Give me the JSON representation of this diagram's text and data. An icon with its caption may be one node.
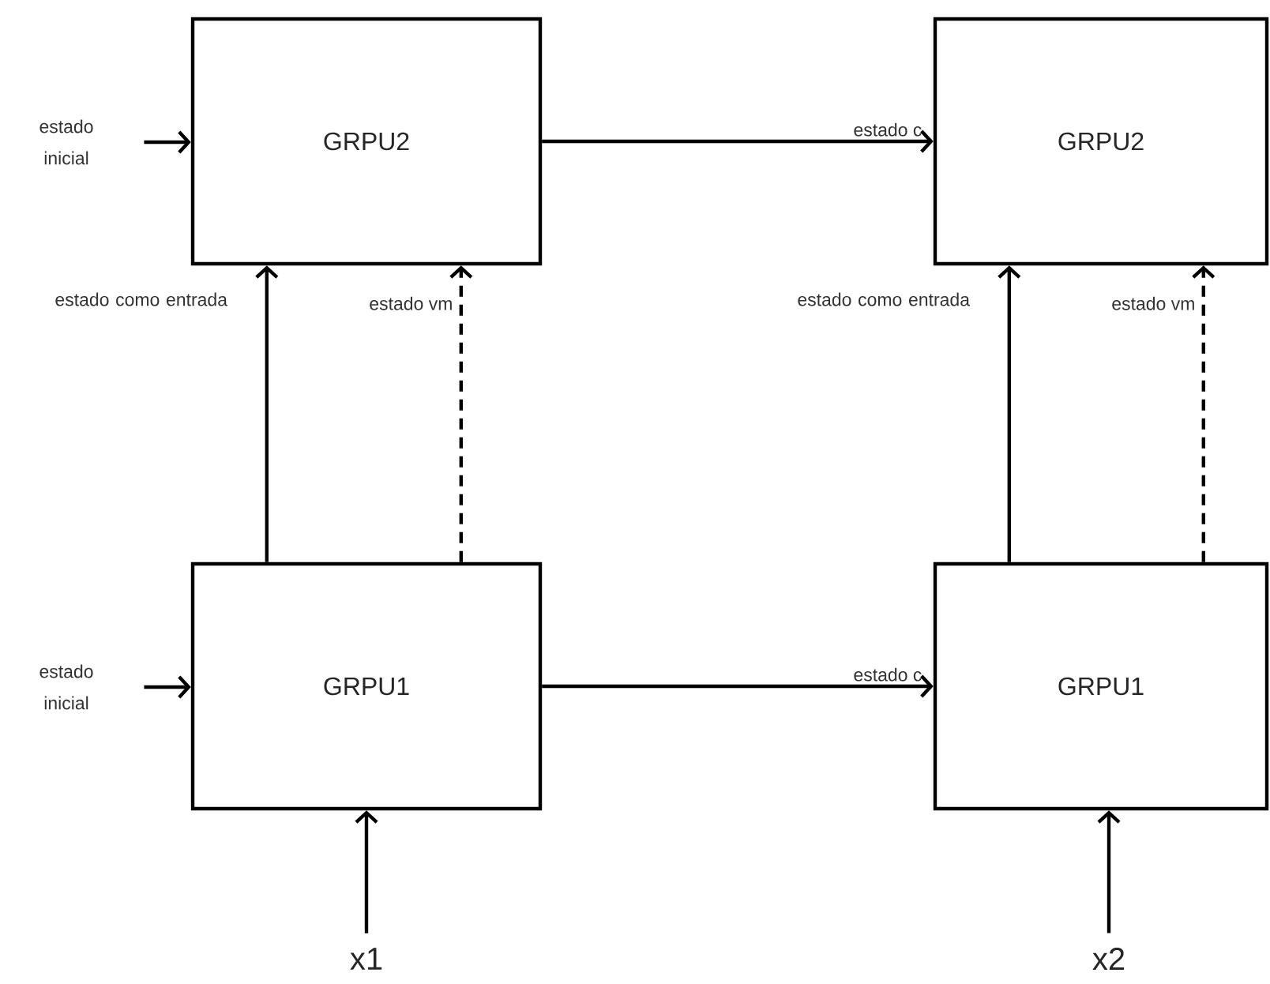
{
  "diagram": {
    "nodes": [
      {
        "text": [
          "GRPU2"
        ]
      },
      {
        "text": [
          "GRPU2"
        ]
      },
      {
        "text": [
          "GRPU1"
        ]
      },
      {
        "text": [
          "GRPU1"
        ]
      },
      {
        "text": [
          "estado inicial"
        ]
      },
      {
        "text": [
          "estado inicial"
        ]
      },
      {
        "text": [
          "x1"
        ]
      },
      {
        "text": [
          "x2"
        ]
      }
    ],
    "edges": [
      {
        "from": 4,
        "to": 0,
        "arrow": "to"
      },
      {
        "from": 0,
        "to": 1,
        "arrow": "to",
        "label": "estado c"
      },
      {
        "from": 2,
        "to": 0,
        "arrow": "to",
        "label": "estado como entrada"
      },
      {
        "from": 2,
        "to": 0,
        "arrow": "to",
        "label": "estado vm",
        "style": "dashed"
      },
      {
        "from": 3,
        "to": 1,
        "arrow": "to",
        "label": "estado como entrada"
      },
      {
        "from": 3,
        "to": 1,
        "arrow": "to",
        "label": "estado vm",
        "style": "dashed"
      },
      {
        "from": 5,
        "to": 2,
        "arrow": "to"
      },
      {
        "from": 2,
        "to": 3,
        "arrow": "to",
        "label": "estado c"
      },
      {
        "from": 6,
        "to": 2,
        "arrow": "to"
      },
      {
        "from": 7,
        "to": 3,
        "arrow": "to"
      }
    ]
  }
}
